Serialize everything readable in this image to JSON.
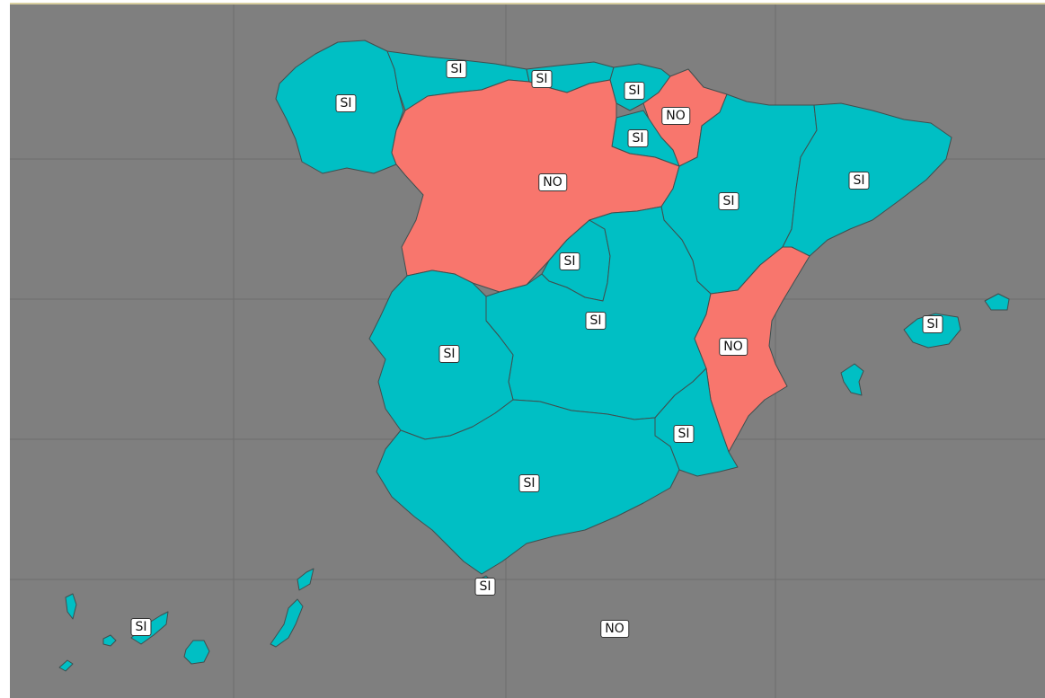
{
  "colors": {
    "si": "#00bfc4",
    "no": "#f8766d",
    "background": "#7f7f7f",
    "grid": "#6d6d6d"
  },
  "regions": [
    {
      "id": "galicia",
      "label": "SI",
      "value": "si"
    },
    {
      "id": "asturias",
      "label": "SI",
      "value": "si"
    },
    {
      "id": "cantabria",
      "label": "SI",
      "value": "si"
    },
    {
      "id": "pais-vasco",
      "label": "SI",
      "value": "si"
    },
    {
      "id": "navarra",
      "label": "NO",
      "value": "no"
    },
    {
      "id": "la-rioja",
      "label": "SI",
      "value": "si"
    },
    {
      "id": "castilla-y-leon",
      "label": "NO",
      "value": "no"
    },
    {
      "id": "aragon",
      "label": "SI",
      "value": "si"
    },
    {
      "id": "cataluna",
      "label": "SI",
      "value": "si"
    },
    {
      "id": "madrid",
      "label": "SI",
      "value": "si"
    },
    {
      "id": "castilla-la-mancha",
      "label": "SI",
      "value": "si"
    },
    {
      "id": "comunidad-valenciana",
      "label": "NO",
      "value": "no"
    },
    {
      "id": "baleares",
      "label": "SI",
      "value": "si"
    },
    {
      "id": "extremadura",
      "label": "SI",
      "value": "si"
    },
    {
      "id": "murcia",
      "label": "SI",
      "value": "si"
    },
    {
      "id": "andalucia",
      "label": "SI",
      "value": "si"
    },
    {
      "id": "ceuta",
      "label": "SI",
      "value": "si"
    },
    {
      "id": "melilla",
      "label": "NO",
      "value": "no"
    },
    {
      "id": "canarias",
      "label": "SI",
      "value": "si"
    }
  ]
}
